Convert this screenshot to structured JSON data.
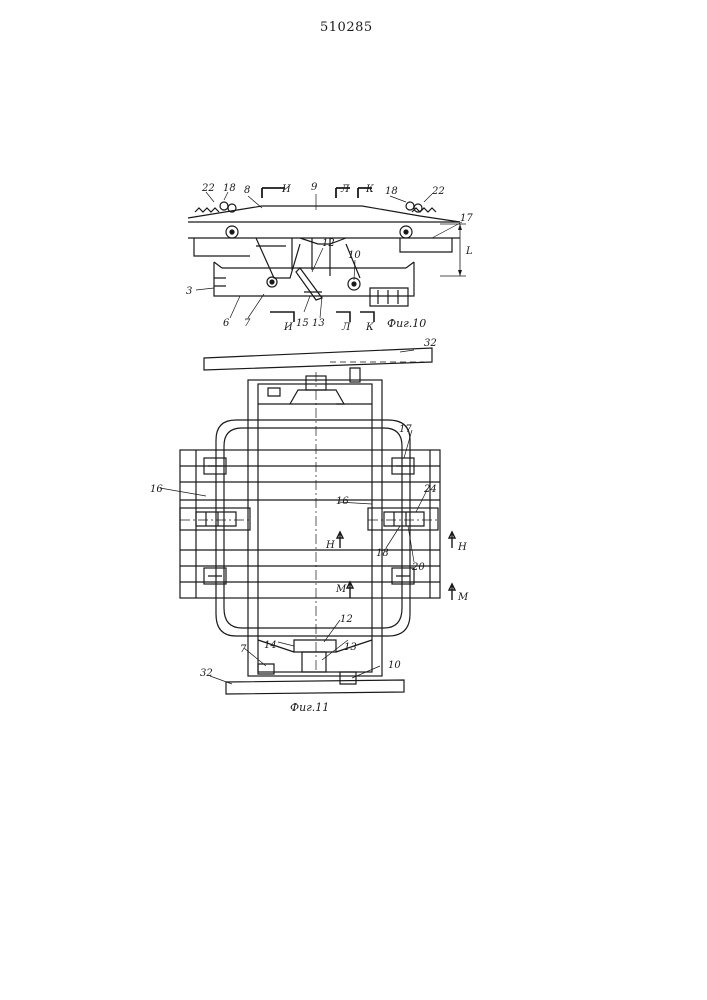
{
  "document": {
    "patent_number": "510285"
  },
  "figures": [
    {
      "id": "fig10",
      "caption": "Фиг.10"
    },
    {
      "id": "fig11",
      "caption": "Фиг.11"
    }
  ],
  "fig10_labels": {
    "l22a": "22",
    "l18a": "18",
    "l8": "8",
    "secI": "И",
    "l9": "9",
    "secL": "Л",
    "secK": "К",
    "l18b": "18",
    "l22b": "22",
    "l17": "17",
    "lL": "L",
    "l12": "12",
    "l10": "10",
    "l3": "3",
    "l6": "6",
    "l7": "7",
    "l15": "15",
    "l13": "13",
    "secIb": "И",
    "secLb": "Л",
    "secKb": "К"
  },
  "fig11_labels": {
    "l32a": "32",
    "l17": "17",
    "l16a": "16",
    "l16b": "16",
    "l24": "24",
    "l18": "18",
    "l20": "20",
    "secH1": "Н",
    "secH2": "Н",
    "secM1": "М",
    "secM2": "М",
    "l12": "12",
    "l14": "14",
    "l13": "13",
    "l7": "7",
    "l10": "10",
    "l32b": "32"
  }
}
